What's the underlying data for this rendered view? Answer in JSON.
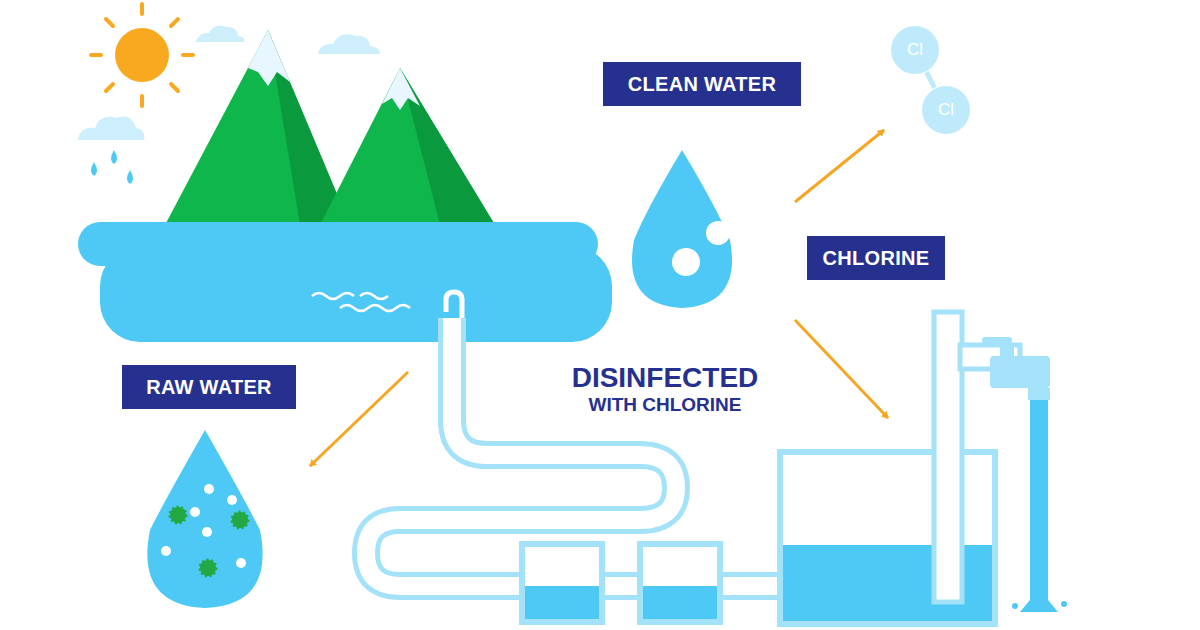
{
  "diagram": {
    "nodes": [
      {
        "text": [
          "CLEAN WATER"
        ]
      },
      {
        "text": [
          "Cl"
        ]
      },
      {
        "text": [
          "Cl"
        ]
      },
      {
        "text": [
          "CHLORINE"
        ]
      },
      {
        "text": [
          "RAW WATER"
        ]
      }
    ],
    "edges": [
      {
        "from": 1,
        "to": 2,
        "arrow": "none"
      }
    ],
    "labels": [
      "DISINFECTED",
      "WITH CHLORINE"
    ]
  }
}
